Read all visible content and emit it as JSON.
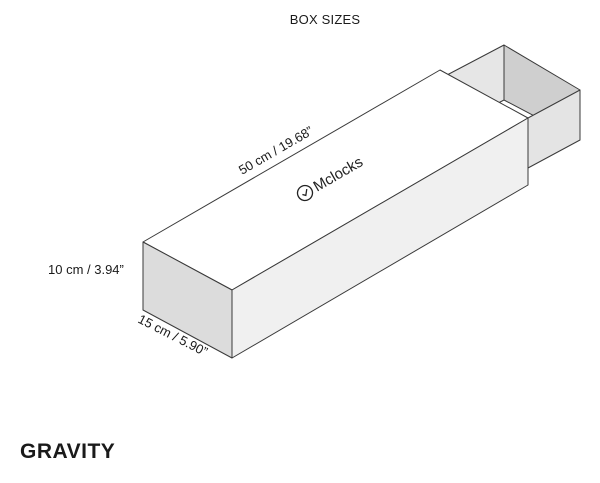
{
  "heading": "BOX SIZES",
  "dimensions": {
    "length": "50 cm / 19.68”",
    "height": "10 cm / 3.94”",
    "width": "15 cm / 5.90”"
  },
  "brand": "Mclocks",
  "product_name": "GRAVITY",
  "colors": {
    "outline": "#3a3a3a",
    "top_face": "#ffffff",
    "front_face": "#f0f0f0",
    "end_face": "#dcdcdc",
    "tray_inner": "#cfcfcf"
  }
}
